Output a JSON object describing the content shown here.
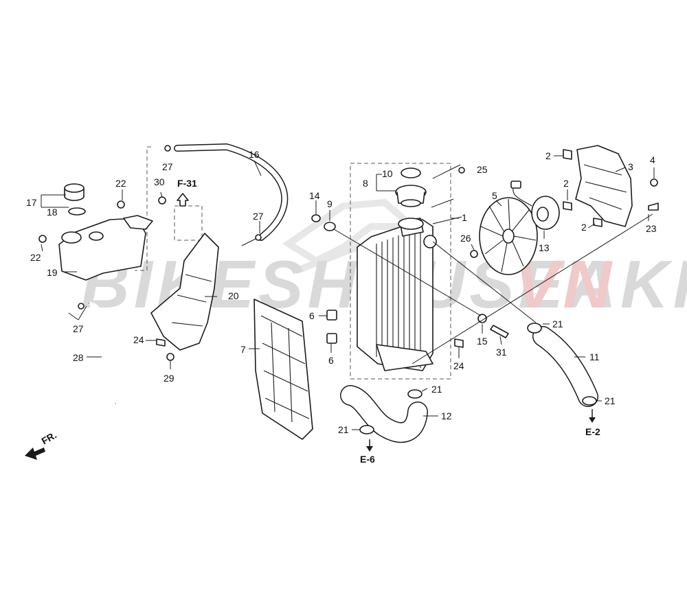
{
  "watermark": {
    "text_main": "BIKESHOUSEAKIK",
    "text_accent": "VN",
    "color_main": "#d9d9d9",
    "color_accent": "#f0c9c9"
  },
  "refs": {
    "f31": "F-31",
    "e6": "E-6",
    "e2": "E-2",
    "fr": "FR."
  },
  "colors": {
    "line": "#1a1a1a",
    "frame": "#555555",
    "background": "#ffffff"
  },
  "callouts": [
    {
      "id": "c2a",
      "text": "2"
    },
    {
      "id": "c3",
      "text": "3"
    },
    {
      "id": "c4",
      "text": "4"
    },
    {
      "id": "c2b",
      "text": "2"
    },
    {
      "id": "c5",
      "text": "5"
    },
    {
      "id": "c2c",
      "text": "2"
    },
    {
      "id": "c23",
      "text": "23"
    },
    {
      "id": "c13",
      "text": "13"
    },
    {
      "id": "c10",
      "text": "10"
    },
    {
      "id": "c25",
      "text": "25"
    },
    {
      "id": "c8",
      "text": "8"
    },
    {
      "id": "c1",
      "text": "1"
    },
    {
      "id": "c26",
      "text": "26"
    },
    {
      "id": "c14",
      "text": "14"
    },
    {
      "id": "c9",
      "text": "9"
    },
    {
      "id": "c16",
      "text": "16"
    },
    {
      "id": "c27a",
      "text": "27"
    },
    {
      "id": "c27b",
      "text": "27"
    },
    {
      "id": "c27c",
      "text": "27"
    },
    {
      "id": "c30",
      "text": "30"
    },
    {
      "id": "c22a",
      "text": "22"
    },
    {
      "id": "c22b",
      "text": "22"
    },
    {
      "id": "c17",
      "text": "17"
    },
    {
      "id": "c18",
      "text": "18"
    },
    {
      "id": "c19",
      "text": "19"
    },
    {
      "id": "c20",
      "text": "20"
    },
    {
      "id": "c24a",
      "text": "24"
    },
    {
      "id": "c24b",
      "text": "24"
    },
    {
      "id": "c29",
      "text": "29"
    },
    {
      "id": "c28",
      "text": "28"
    },
    {
      "id": "c7",
      "text": "7"
    },
    {
      "id": "c6a",
      "text": "6"
    },
    {
      "id": "c6b",
      "text": "6"
    },
    {
      "id": "c15",
      "text": "15"
    },
    {
      "id": "c31",
      "text": "31"
    },
    {
      "id": "c21a",
      "text": "21"
    },
    {
      "id": "c21b",
      "text": "21"
    },
    {
      "id": "c21c",
      "text": "21"
    },
    {
      "id": "c21d",
      "text": "21"
    },
    {
      "id": "c11",
      "text": "11"
    },
    {
      "id": "c12",
      "text": "12"
    }
  ]
}
